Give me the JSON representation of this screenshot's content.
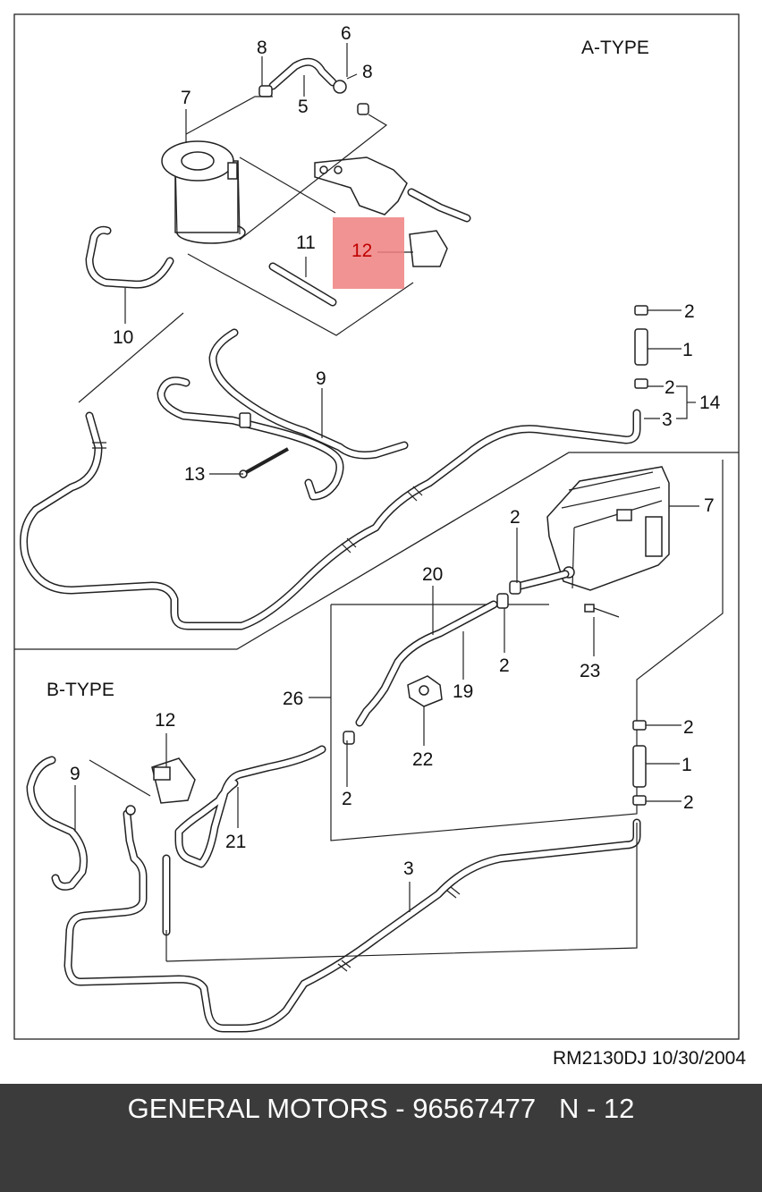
{
  "type_labels": {
    "a": "A-TYPE",
    "b": "B-TYPE"
  },
  "callouts": {
    "a_8_left": "8",
    "a_6": "6",
    "a_8_right": "8",
    "a_7": "7",
    "a_5": "5",
    "a_11": "11",
    "a_12": "12",
    "a_10": "10",
    "a_9": "9",
    "a_13": "13",
    "a_2_top": "2",
    "a_1": "1",
    "a_2_mid": "2",
    "a_3": "3",
    "a_14": "14",
    "b_7": "7",
    "b_2_top": "2",
    "b_20": "20",
    "b_26": "26",
    "b_19": "19",
    "b_2_clip": "2",
    "b_23": "23",
    "b_22": "22",
    "b_2_lower": "2",
    "b_12": "12",
    "b_9": "9",
    "b_21": "21",
    "b_2_r1": "2",
    "b_1": "1",
    "b_2_r2": "2",
    "b_3": "3"
  },
  "highlight": {
    "part_number": "12",
    "color": "#f08080"
  },
  "drawing_ref": "RM2130DJ  10/30/2004",
  "footer": {
    "text": "GENERAL MOTORS - 96567477   N - 12",
    "background": "#3b3b3b",
    "color": "#ffffff"
  }
}
